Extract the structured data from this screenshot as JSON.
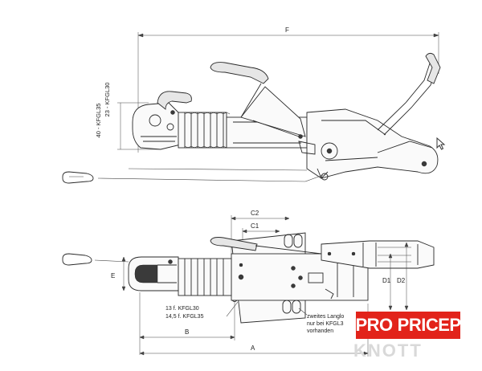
{
  "dimensions": {
    "F": "F",
    "C2": "C2",
    "C1": "C1",
    "E": "E",
    "D1": "D1",
    "D2": "D2",
    "B": "B",
    "A": "A"
  },
  "side_label_kfgl35": "40 - KFGL35",
  "side_label_kfgl30": "23 - KFGL30",
  "dim_notes": {
    "line1": "13    f. KFGL30",
    "line2": "14,5  f. KFGL35"
  },
  "slot_note": {
    "line1": "zweites Langlo",
    "line2": "nur bei KFGL3",
    "line3": "vorhanden"
  },
  "brand": {
    "pro": "PRO",
    "pricep": "PRICEP",
    "color": "#e2231a"
  },
  "watermark": "KNOTT",
  "icons": [
    "mouse-cursor-icon",
    "carabiner-icon"
  ]
}
